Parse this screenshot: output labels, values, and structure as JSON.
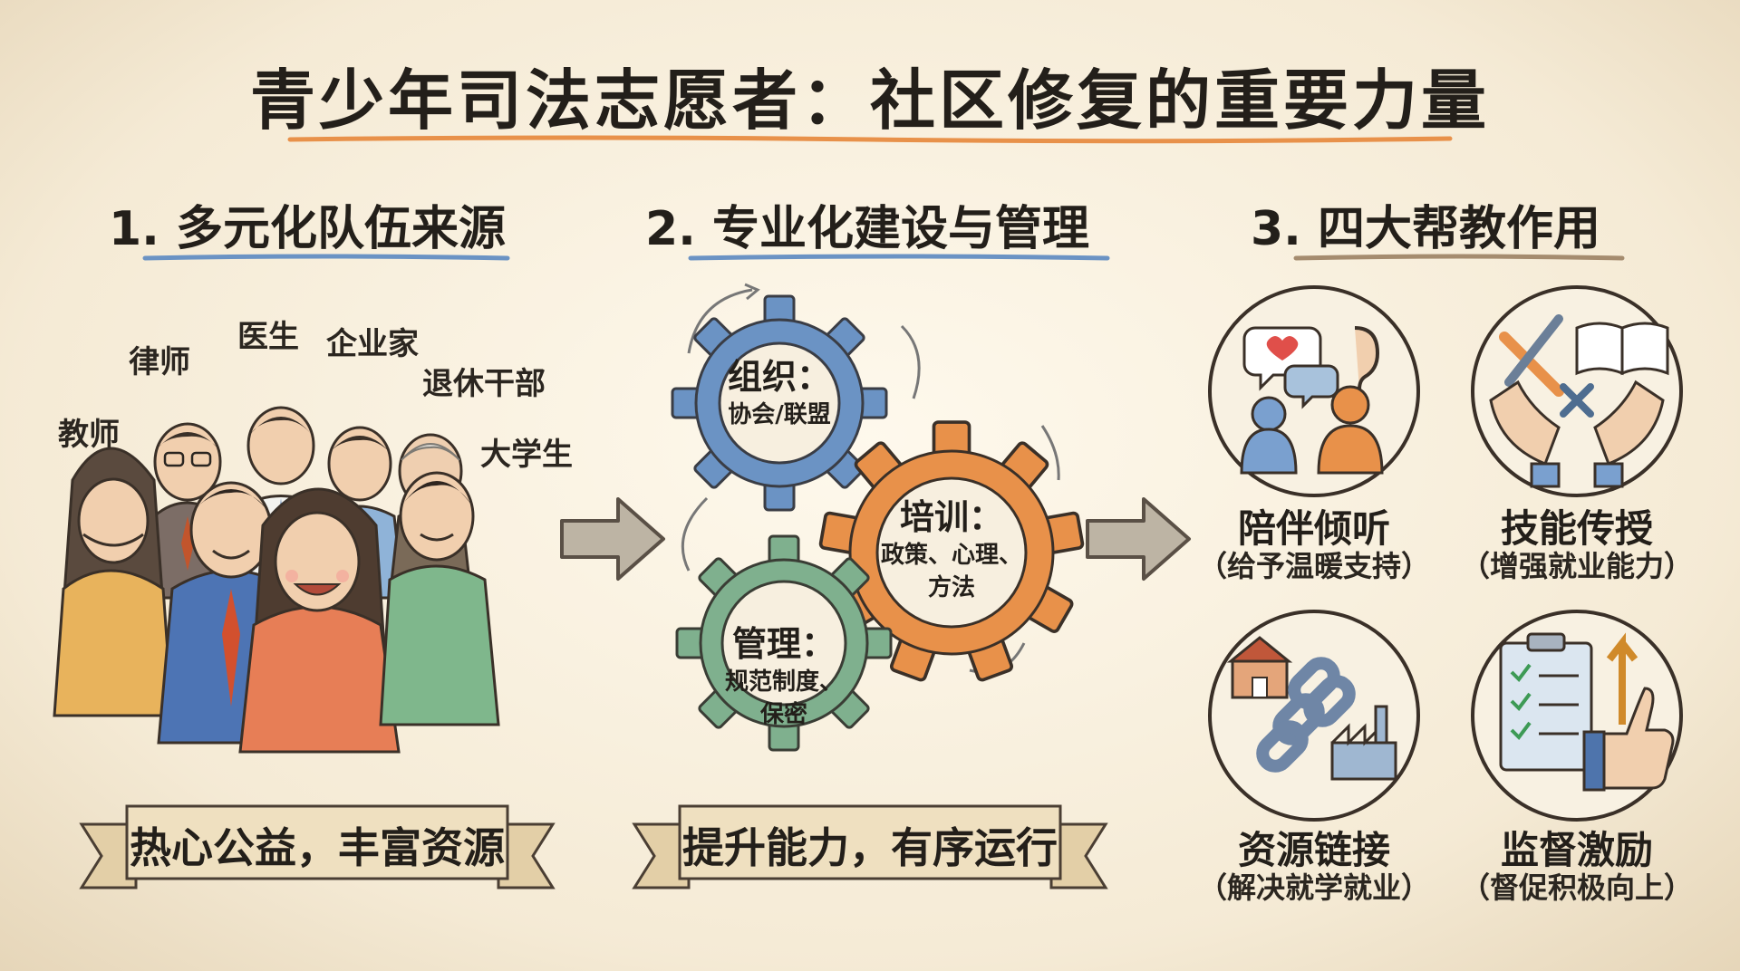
{
  "title": "青少年司法志愿者：社区修复的重要力量",
  "sections": [
    {
      "heading": "1. 多元化队伍来源",
      "roles": [
        "教师",
        "律师",
        "医生",
        "企业家",
        "退休干部",
        "大学生"
      ],
      "ribbon": "热心公益，丰富资源"
    },
    {
      "heading": "2. 专业化建设与管理",
      "gears": [
        {
          "head": "组织：",
          "sub": [
            "协会/联盟"
          ]
        },
        {
          "head": "培训：",
          "sub": [
            "政策、心理、",
            "方法"
          ]
        },
        {
          "head": "管理：",
          "sub": [
            "规范制度、",
            "保密"
          ]
        }
      ],
      "ribbon": "提升能力，有序运行"
    },
    {
      "heading": "3. 四大帮教作用",
      "roles_grid": [
        {
          "title": "陪伴倾听",
          "desc": "（给予温暖支持）",
          "icon": "chat-listen-icon"
        },
        {
          "title": "技能传授",
          "desc": "（增强就业能力）",
          "icon": "tools-book-hands-icon"
        },
        {
          "title": "资源链接",
          "desc": "（解决就学就业）",
          "icon": "chain-link-icon"
        },
        {
          "title": "监督激励",
          "desc": "（督促积极向上）",
          "icon": "checklist-thumbs-up-icon"
        }
      ]
    }
  ],
  "colors": {
    "orange": "#e8914a",
    "blue": "#6b93c4",
    "green": "#7fb08e",
    "brown": "#a58c6f",
    "ink": "#231f1a"
  }
}
